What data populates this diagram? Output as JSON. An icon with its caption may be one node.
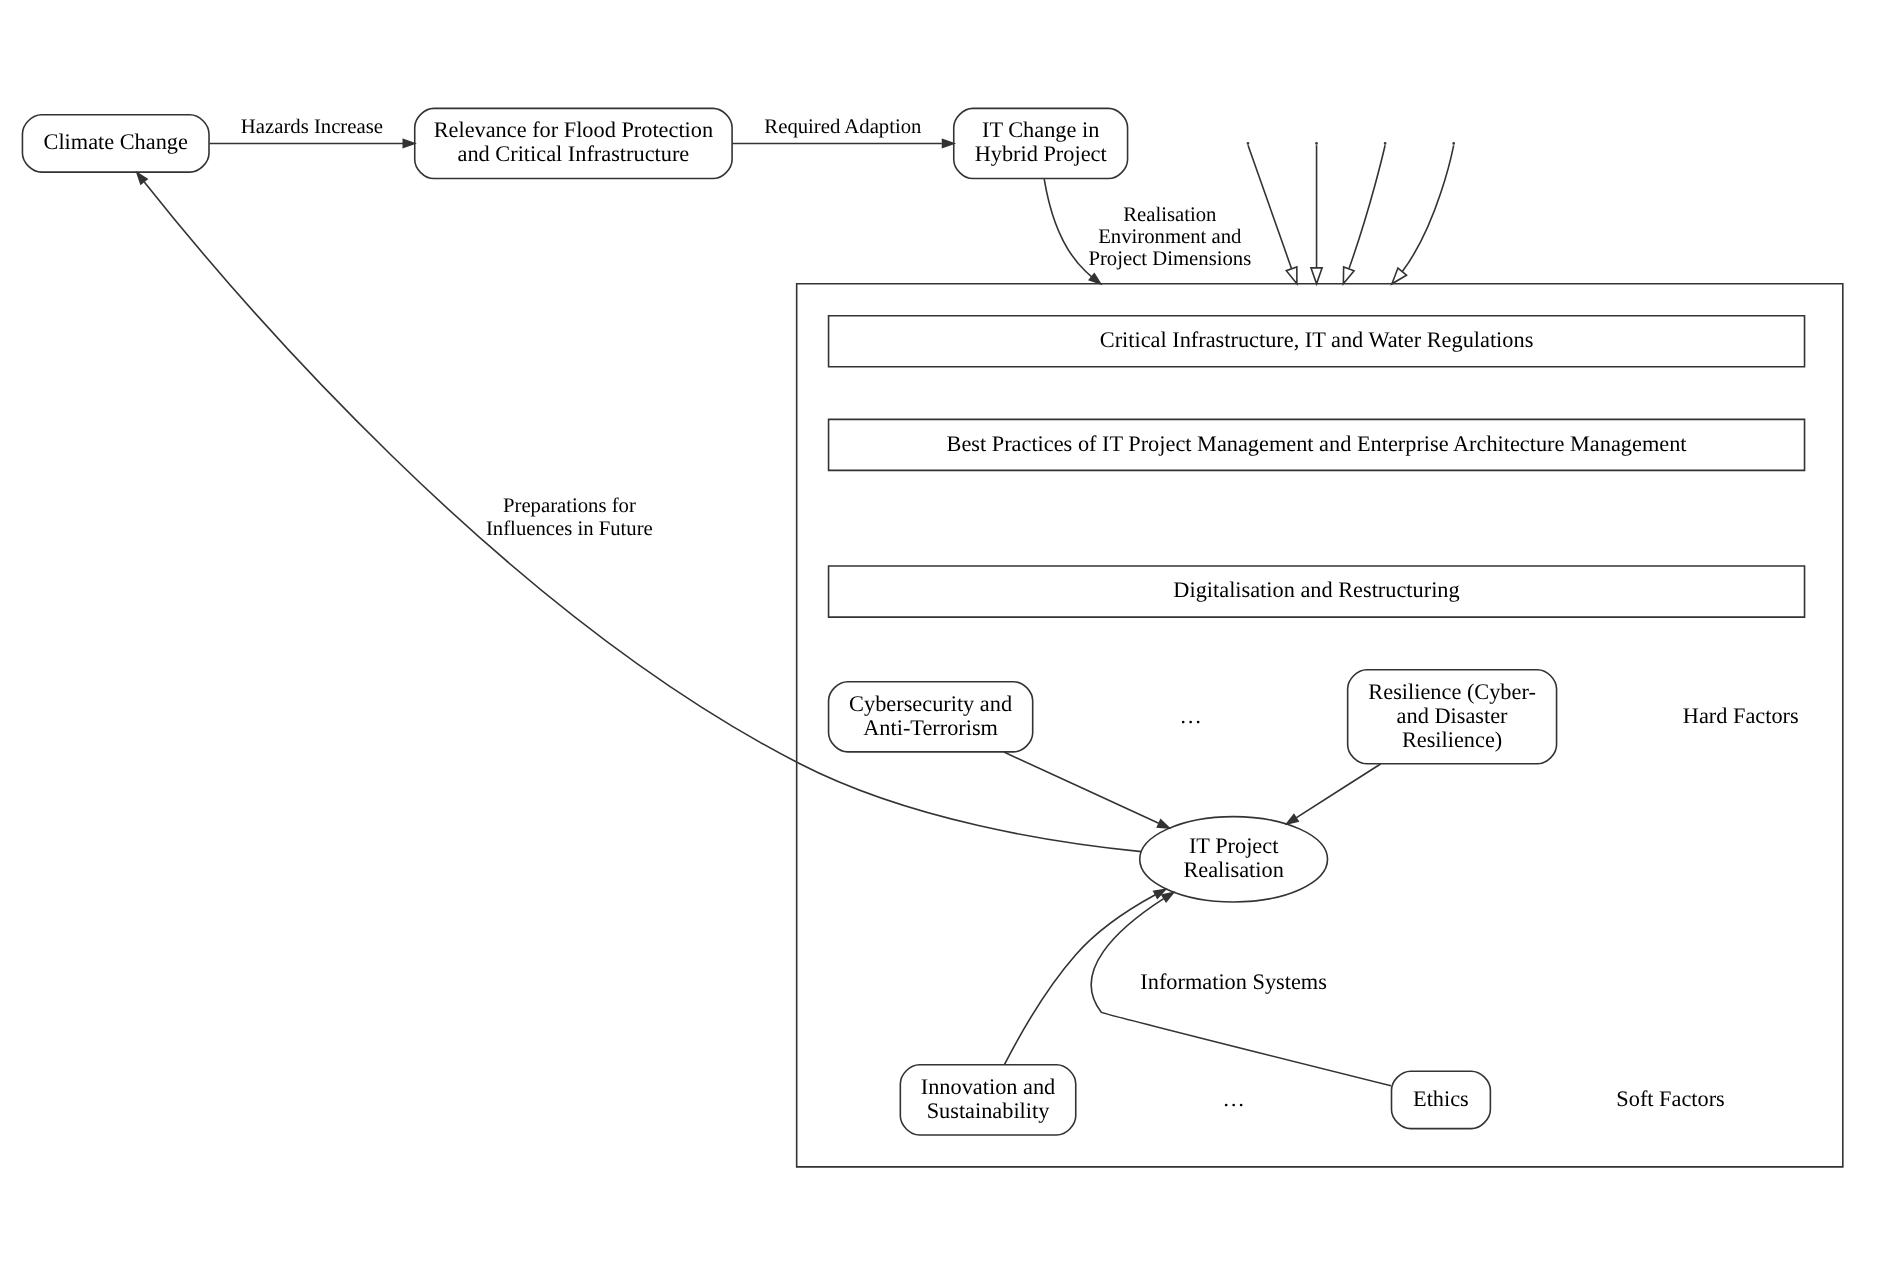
{
  "diagram": {
    "nodes": [
      {
        "text": [
          "Climate Change"
        ]
      },
      {
        "text": [
          "Relevance for Flood Protection and Critical Infrastructure"
        ]
      },
      {
        "text": [
          "IT Change in Hybrid Project"
        ]
      },
      {
        "text": [],
        "shape": "box"
      },
      {
        "text": [
          "Critical Infrastructure, IT and Water Regulations"
        ],
        "in": 3
      },
      {
        "text": [
          "Best Practices of IT Project Management and Enterprise Architecture Management"
        ],
        "in": 3
      },
      {
        "text": [
          "Digitalisation and Restructuring"
        ],
        "in": 3
      },
      {
        "text": [
          "Cybersecurity and Anti-Terrorism"
        ],
        "in": 3
      },
      {
        "text": [
          "Resilience (Cyber- and Disaster Resilience)"
        ],
        "in": 3
      },
      {
        "text": [
          "IT Project Realisation"
        ],
        "in": 3
      },
      {
        "text": [
          "Innovation and Sustainability"
        ],
        "in": 3
      },
      {
        "text": [
          "Ethics"
        ],
        "in": 3
      }
    ],
    "edges": [
      {
        "from": 0,
        "to": 1,
        "arrow": "to",
        "label": "Hazards Increase"
      },
      {
        "from": 1,
        "to": 2,
        "arrow": "to",
        "label": "Required Adaption"
      },
      {
        "from": 2,
        "to": 3,
        "arrow": "to",
        "label": "Realisation Environment and Project Dimensions"
      },
      {
        "from": 9,
        "to": 0,
        "arrow": "to",
        "label": "Preparations for Influences in Future"
      },
      {
        "from": 7,
        "to": 9,
        "arrow": "to"
      },
      {
        "from": 8,
        "to": 9,
        "arrow": "to"
      },
      {
        "from": 10,
        "to": 9,
        "arrow": "to"
      },
      {
        "from": 11,
        "to": 9,
        "arrow": "to"
      },
      {
        "from": null,
        "to": 3,
        "arrow": "to"
      },
      {
        "from": null,
        "to": 3,
        "arrow": "to"
      },
      {
        "from": null,
        "to": 3,
        "arrow": "to"
      },
      {
        "from": null,
        "to": 3,
        "arrow": "to"
      }
    ],
    "labels": [
      "…",
      "Hard Factors",
      "Information Systems",
      "…",
      "Soft Factors"
    ]
  }
}
